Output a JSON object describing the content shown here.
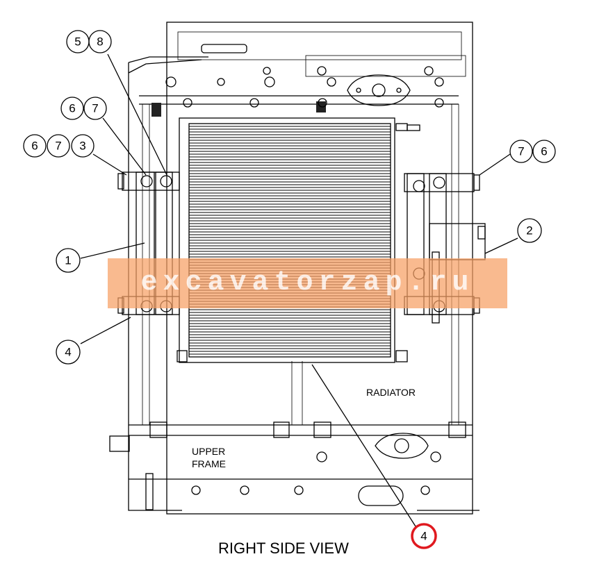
{
  "labels": {
    "radiator": "RADIATOR",
    "upper_frame_line1": "UPPER",
    "upper_frame_line2": "FRAME",
    "view_title": "RIGHT SIDE VIEW",
    "watermark": "excavatorzap.ru"
  },
  "callouts": [
    {
      "id": "c5a",
      "text": "5"
    },
    {
      "id": "c8a",
      "text": "8"
    },
    {
      "id": "c6a",
      "text": "6"
    },
    {
      "id": "c7a",
      "text": "7"
    },
    {
      "id": "c6b",
      "text": "6"
    },
    {
      "id": "c7b",
      "text": "7"
    },
    {
      "id": "c3",
      "text": "3"
    },
    {
      "id": "c1",
      "text": "1"
    },
    {
      "id": "c4a",
      "text": "4"
    },
    {
      "id": "c7c",
      "text": "7"
    },
    {
      "id": "c6c",
      "text": "6"
    },
    {
      "id": "c2",
      "text": "2"
    },
    {
      "id": "c4b",
      "text": "4"
    }
  ],
  "colors": {
    "highlight_callout": "#e0191f",
    "watermark_band": "#f6a064"
  }
}
